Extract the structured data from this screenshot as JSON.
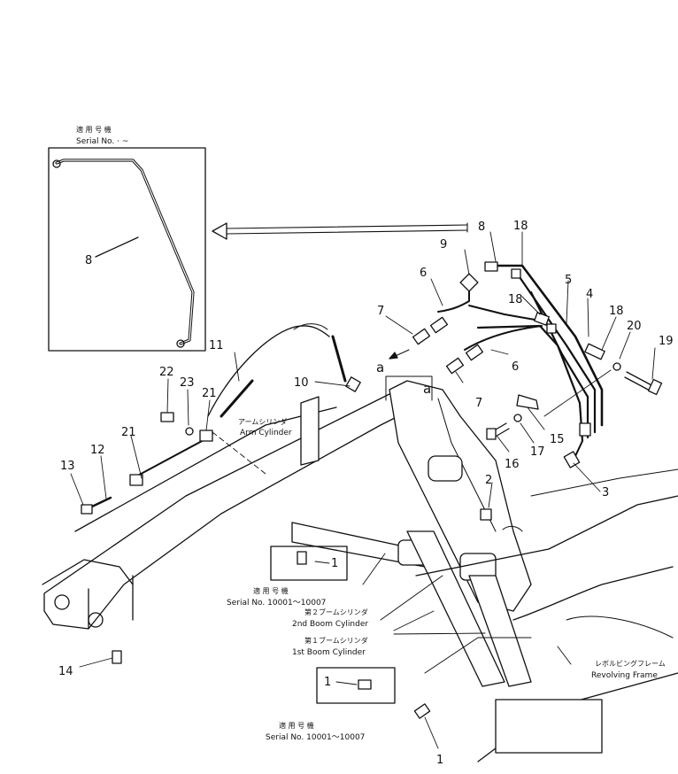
{
  "inset": {
    "serial_jp": "適 用 号 機",
    "serial_en": "Serial No.   ·  ~"
  },
  "callouts": {
    "arm_cylinder_jp": "アームシリンダ",
    "arm_cylinder_en": "Arm Cylinder",
    "boom2_jp": "第２ブームシリンダ",
    "boom2_en": "2nd Boom Cylinder",
    "boom1_jp": "第１ブームシリンダ",
    "boom1_en": "1st Boom Cylinder",
    "frame_jp": "レボルビングフレーム",
    "frame_en": "Revolving Frame",
    "serial_jp": "適 用 号 機",
    "serial_mid_en": "Serial No. 10001～10007",
    "serial_bot_en": "Serial No. 10001～10007"
  },
  "section_marks": {
    "a1": "a",
    "a2": "a"
  },
  "part_numbers": {
    "p8_inset": "8",
    "p8": "8",
    "p18a": "18",
    "p9": "9",
    "p6a": "6",
    "p5": "5",
    "p4": "4",
    "p18b": "18",
    "p18c": "18",
    "p7a": "7",
    "p20": "20",
    "p19": "19",
    "p11": "11",
    "p10": "10",
    "p6b": "6",
    "p22": "22",
    "p23": "23",
    "p21a": "21",
    "p7b": "7",
    "p15": "15",
    "p17": "17",
    "p16": "16",
    "p12": "12",
    "p21b": "21",
    "p13": "13",
    "p2": "2",
    "p3": "3",
    "p1a": "1",
    "p14": "14",
    "p1b": "1",
    "p1c": "1"
  }
}
